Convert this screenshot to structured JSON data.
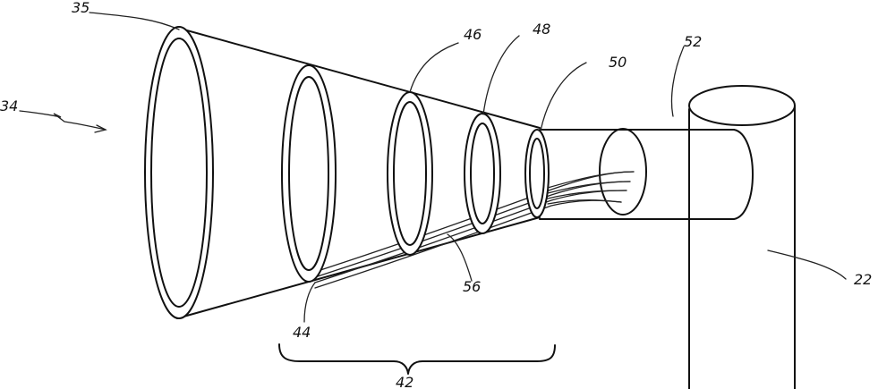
{
  "labels": {
    "l34": "34",
    "l35": "35",
    "l46": "46",
    "l48": "48",
    "l50": "50",
    "l52": "52",
    "l22": "22",
    "l44": "44",
    "l56": "56",
    "l42": "42"
  }
}
